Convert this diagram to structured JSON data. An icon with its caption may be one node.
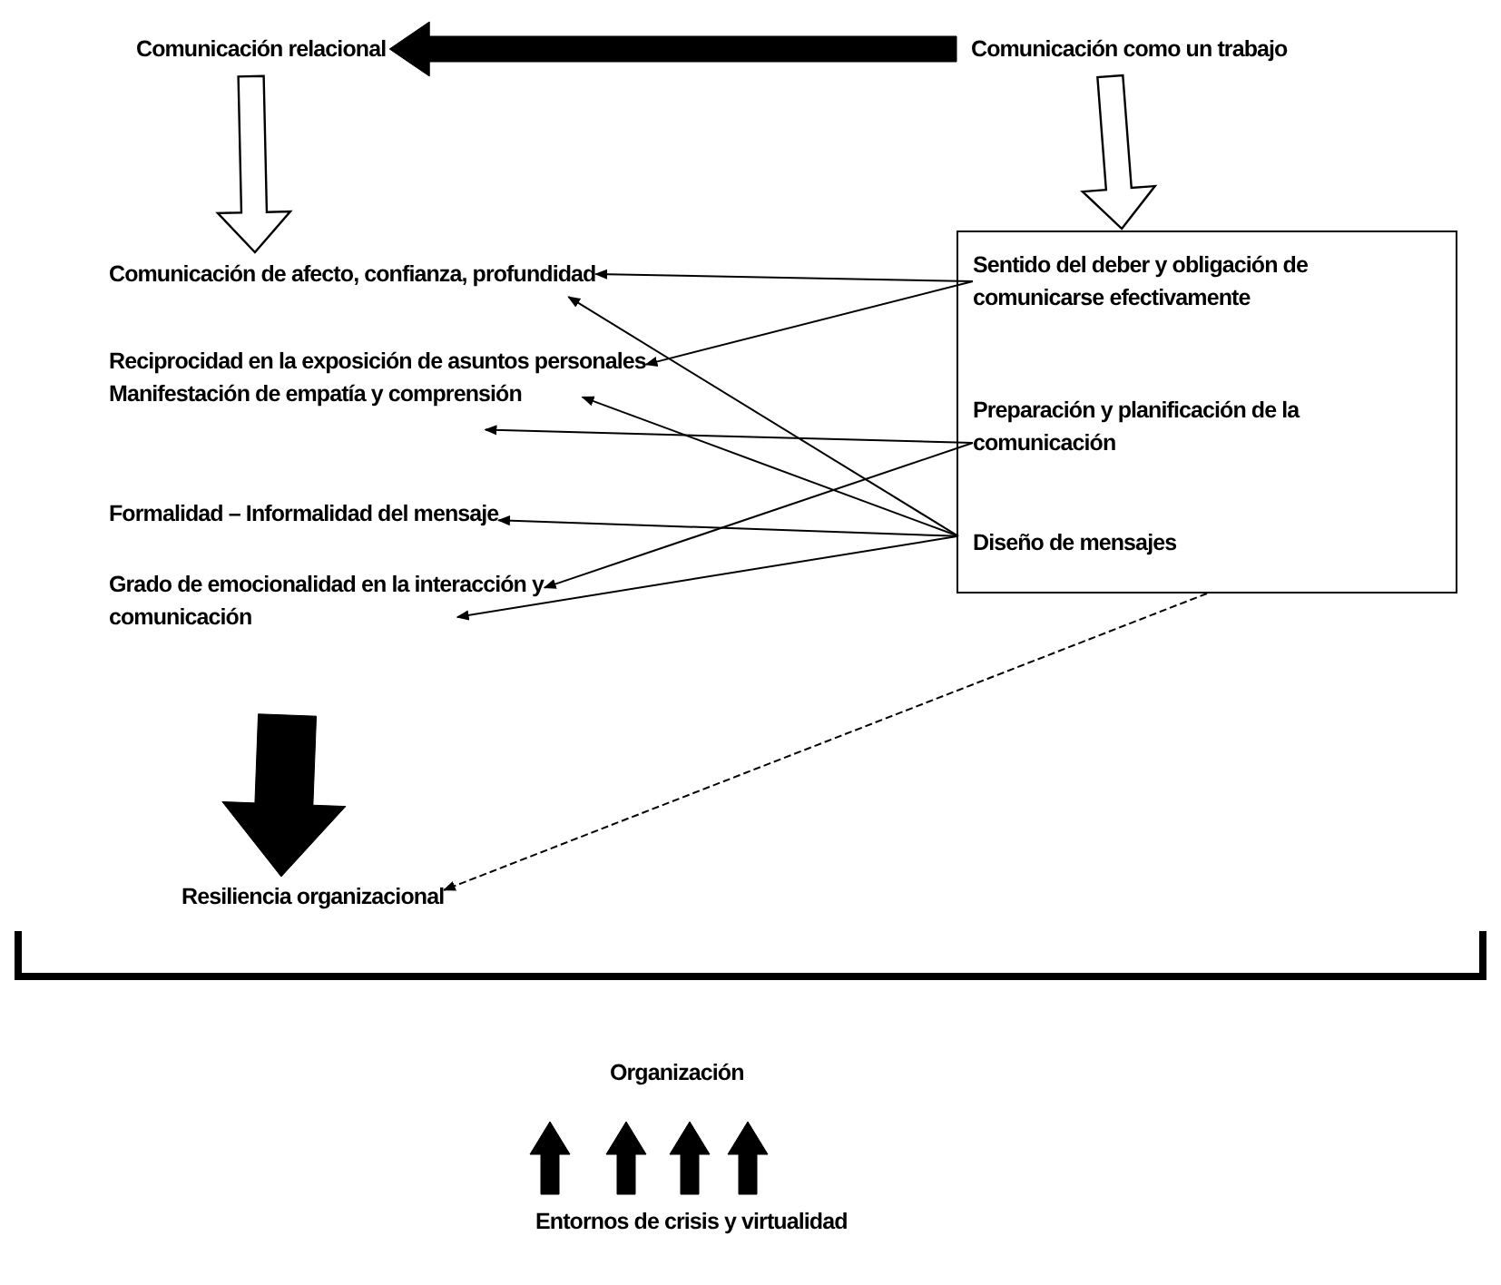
{
  "diagram": {
    "nodes": [
      {
        "text": [
          "Comunicación relacional"
        ]
      },
      {
        "text": [
          "Comunicación como un trabajo"
        ]
      },
      {
        "text": [
          "Comunicación de afecto, confianza, profundidad"
        ]
      },
      {
        "text": [
          "Reciprocidad en la exposición de asuntos personales"
        ]
      },
      {
        "text": [
          "Manifestación de empatía y comprensión"
        ]
      },
      {
        "text": [
          "Formalidad – Informalidad del mensaje"
        ]
      },
      {
        "text": [
          "Grado de emocionalidad en la interacción y comunicación"
        ]
      },
      {
        "text": [],
        "shape": "box"
      },
      {
        "text": [
          "Sentido del deber y obligación de comunicarse efectivamente"
        ],
        "in": 7
      },
      {
        "text": [
          "Preparación y planificación de la comunicación"
        ],
        "in": 7
      },
      {
        "text": [
          "Diseño de mensajes"
        ],
        "in": 7
      },
      {
        "text": [
          "Resiliencia organizacional"
        ]
      },
      {
        "text": [
          "Organización"
        ]
      },
      {
        "text": [
          "Entornos de crisis y virtualidad"
        ]
      }
    ],
    "edges": [
      {
        "from": 1,
        "to": 0,
        "arrow": "to",
        "style": "thick"
      },
      {
        "from": 0,
        "to": 2,
        "arrow": "to",
        "style": "thick",
        "color": "#ffffff"
      },
      {
        "from": 1,
        "to": 7,
        "arrow": "to",
        "style": "thick",
        "color": "#ffffff"
      },
      {
        "from": 8,
        "to": 2,
        "arrow": "to"
      },
      {
        "from": 8,
        "to": 3,
        "arrow": "to"
      },
      {
        "from": 9,
        "to": 4,
        "arrow": "to"
      },
      {
        "from": 9,
        "to": 6,
        "arrow": "to"
      },
      {
        "from": 10,
        "to": 2,
        "arrow": "to"
      },
      {
        "from": 10,
        "to": 3,
        "arrow": "to"
      },
      {
        "from": 10,
        "to": 5,
        "arrow": "to"
      },
      {
        "from": 10,
        "to": 6,
        "arrow": "to"
      },
      {
        "from": 7,
        "to": 11,
        "arrow": "to",
        "style": "dashed"
      },
      {
        "from": 6,
        "to": 11,
        "arrow": "to",
        "style": "thick"
      },
      {
        "from": 13,
        "to": 12,
        "arrow": "to",
        "style": "thick"
      },
      {
        "from": 13,
        "to": 12,
        "arrow": "to",
        "style": "thick"
      },
      {
        "from": 13,
        "to": 12,
        "arrow": "to",
        "style": "thick"
      },
      {
        "from": 13,
        "to": 12,
        "arrow": "to",
        "style": "thick"
      }
    ]
  }
}
